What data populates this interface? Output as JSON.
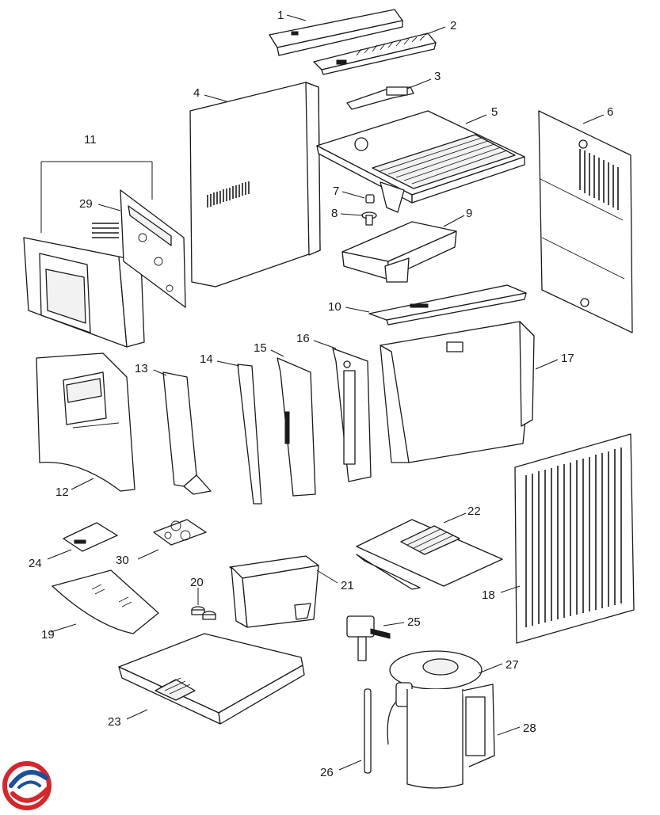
{
  "diagram": {
    "type": "exploded-parts-view",
    "parts": [
      {
        "id": "1"
      },
      {
        "id": "2"
      },
      {
        "id": "3"
      },
      {
        "id": "4"
      },
      {
        "id": "5"
      },
      {
        "id": "6"
      },
      {
        "id": "7"
      },
      {
        "id": "8"
      },
      {
        "id": "9"
      },
      {
        "id": "10"
      },
      {
        "id": "11"
      },
      {
        "id": "12"
      },
      {
        "id": "13"
      },
      {
        "id": "14"
      },
      {
        "id": "15"
      },
      {
        "id": "16"
      },
      {
        "id": "17"
      },
      {
        "id": "18"
      },
      {
        "id": "19"
      },
      {
        "id": "20"
      },
      {
        "id": "21"
      },
      {
        "id": "22"
      },
      {
        "id": "23"
      },
      {
        "id": "24"
      },
      {
        "id": "25"
      },
      {
        "id": "26"
      },
      {
        "id": "27"
      },
      {
        "id": "28"
      },
      {
        "id": "29"
      },
      {
        "id": "30"
      }
    ],
    "line_color": "#1a1a1a",
    "background": "#ffffff"
  },
  "logo": {
    "icon": "brand-logo-icon",
    "colors": [
      "#d6262b",
      "#1d4f9c"
    ]
  }
}
